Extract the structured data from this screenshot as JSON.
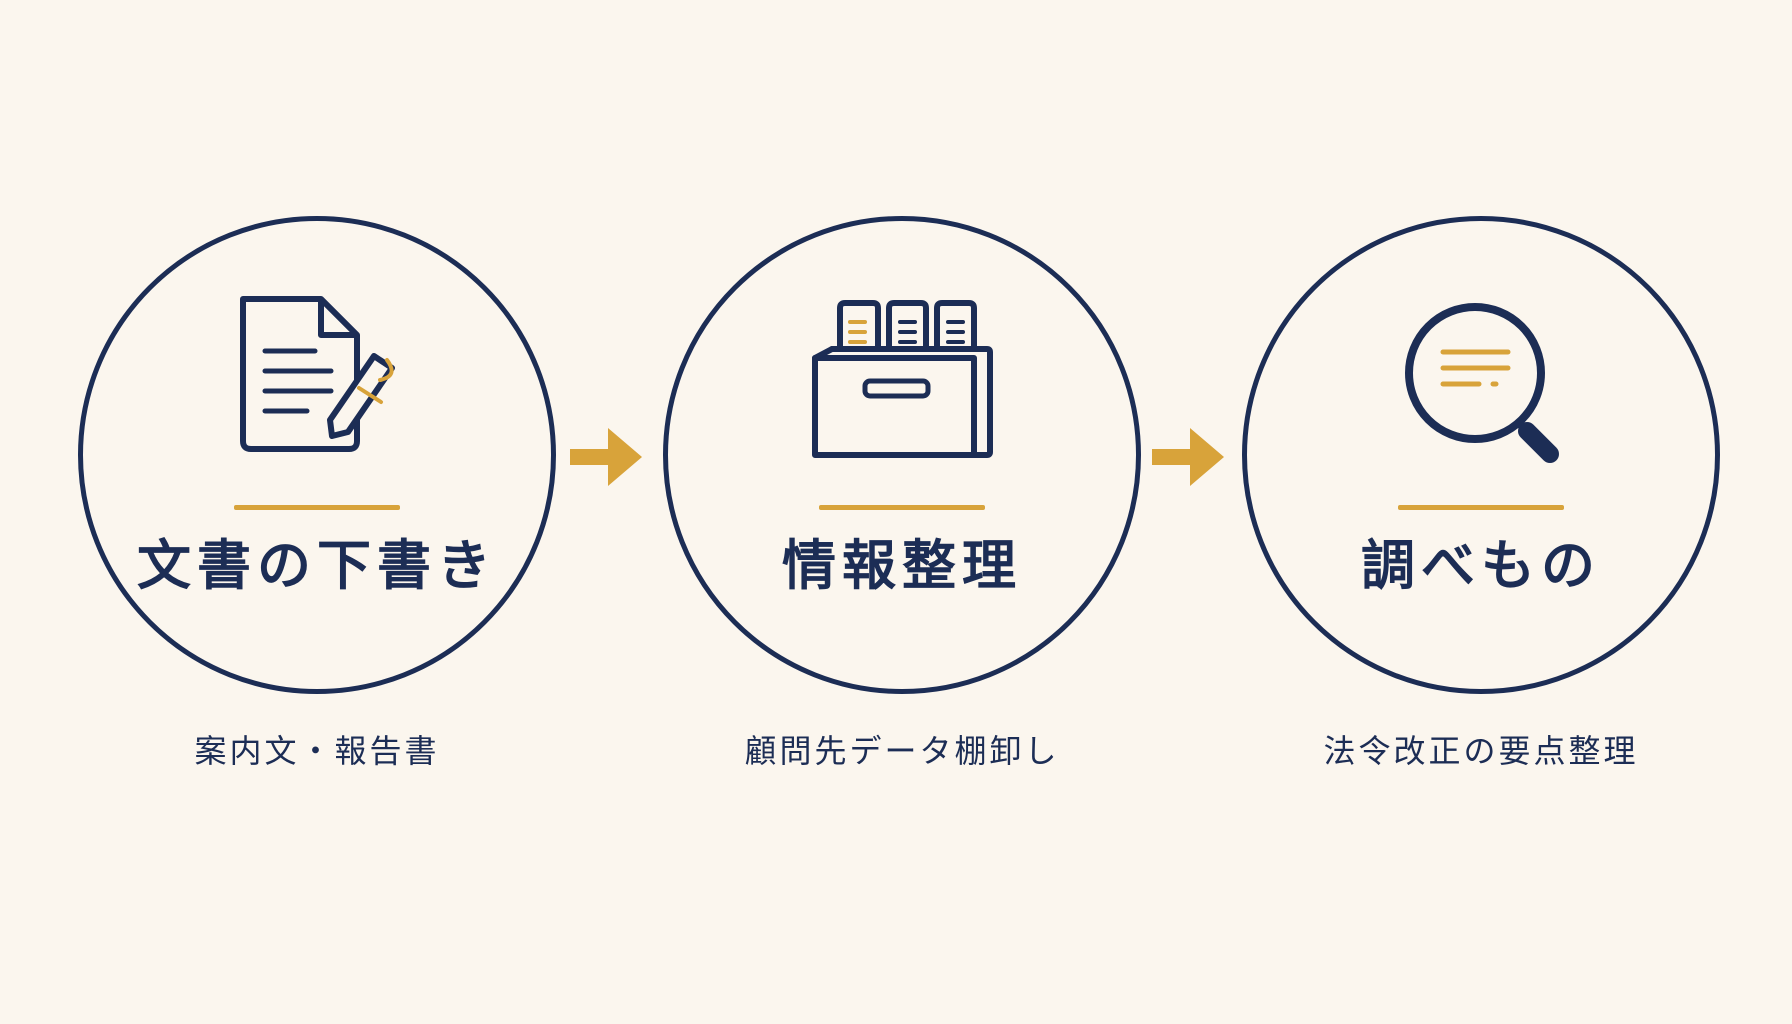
{
  "palette": {
    "background": "#fbf6ee",
    "navy": "#1c2d55",
    "gold": "#d8a33a"
  },
  "steps": [
    {
      "title": "文書の下書き",
      "caption": "案内文・報告書",
      "icon": "document-with-pen-icon"
    },
    {
      "title": "情報整理",
      "caption": "顧問先データ棚卸し",
      "icon": "file-box-icon"
    },
    {
      "title": "調べもの",
      "caption": "法令改正の要点整理",
      "icon": "magnifying-glass-icon"
    }
  ],
  "connectors": [
    {
      "icon": "arrow-right-icon"
    },
    {
      "icon": "arrow-right-icon"
    }
  ]
}
